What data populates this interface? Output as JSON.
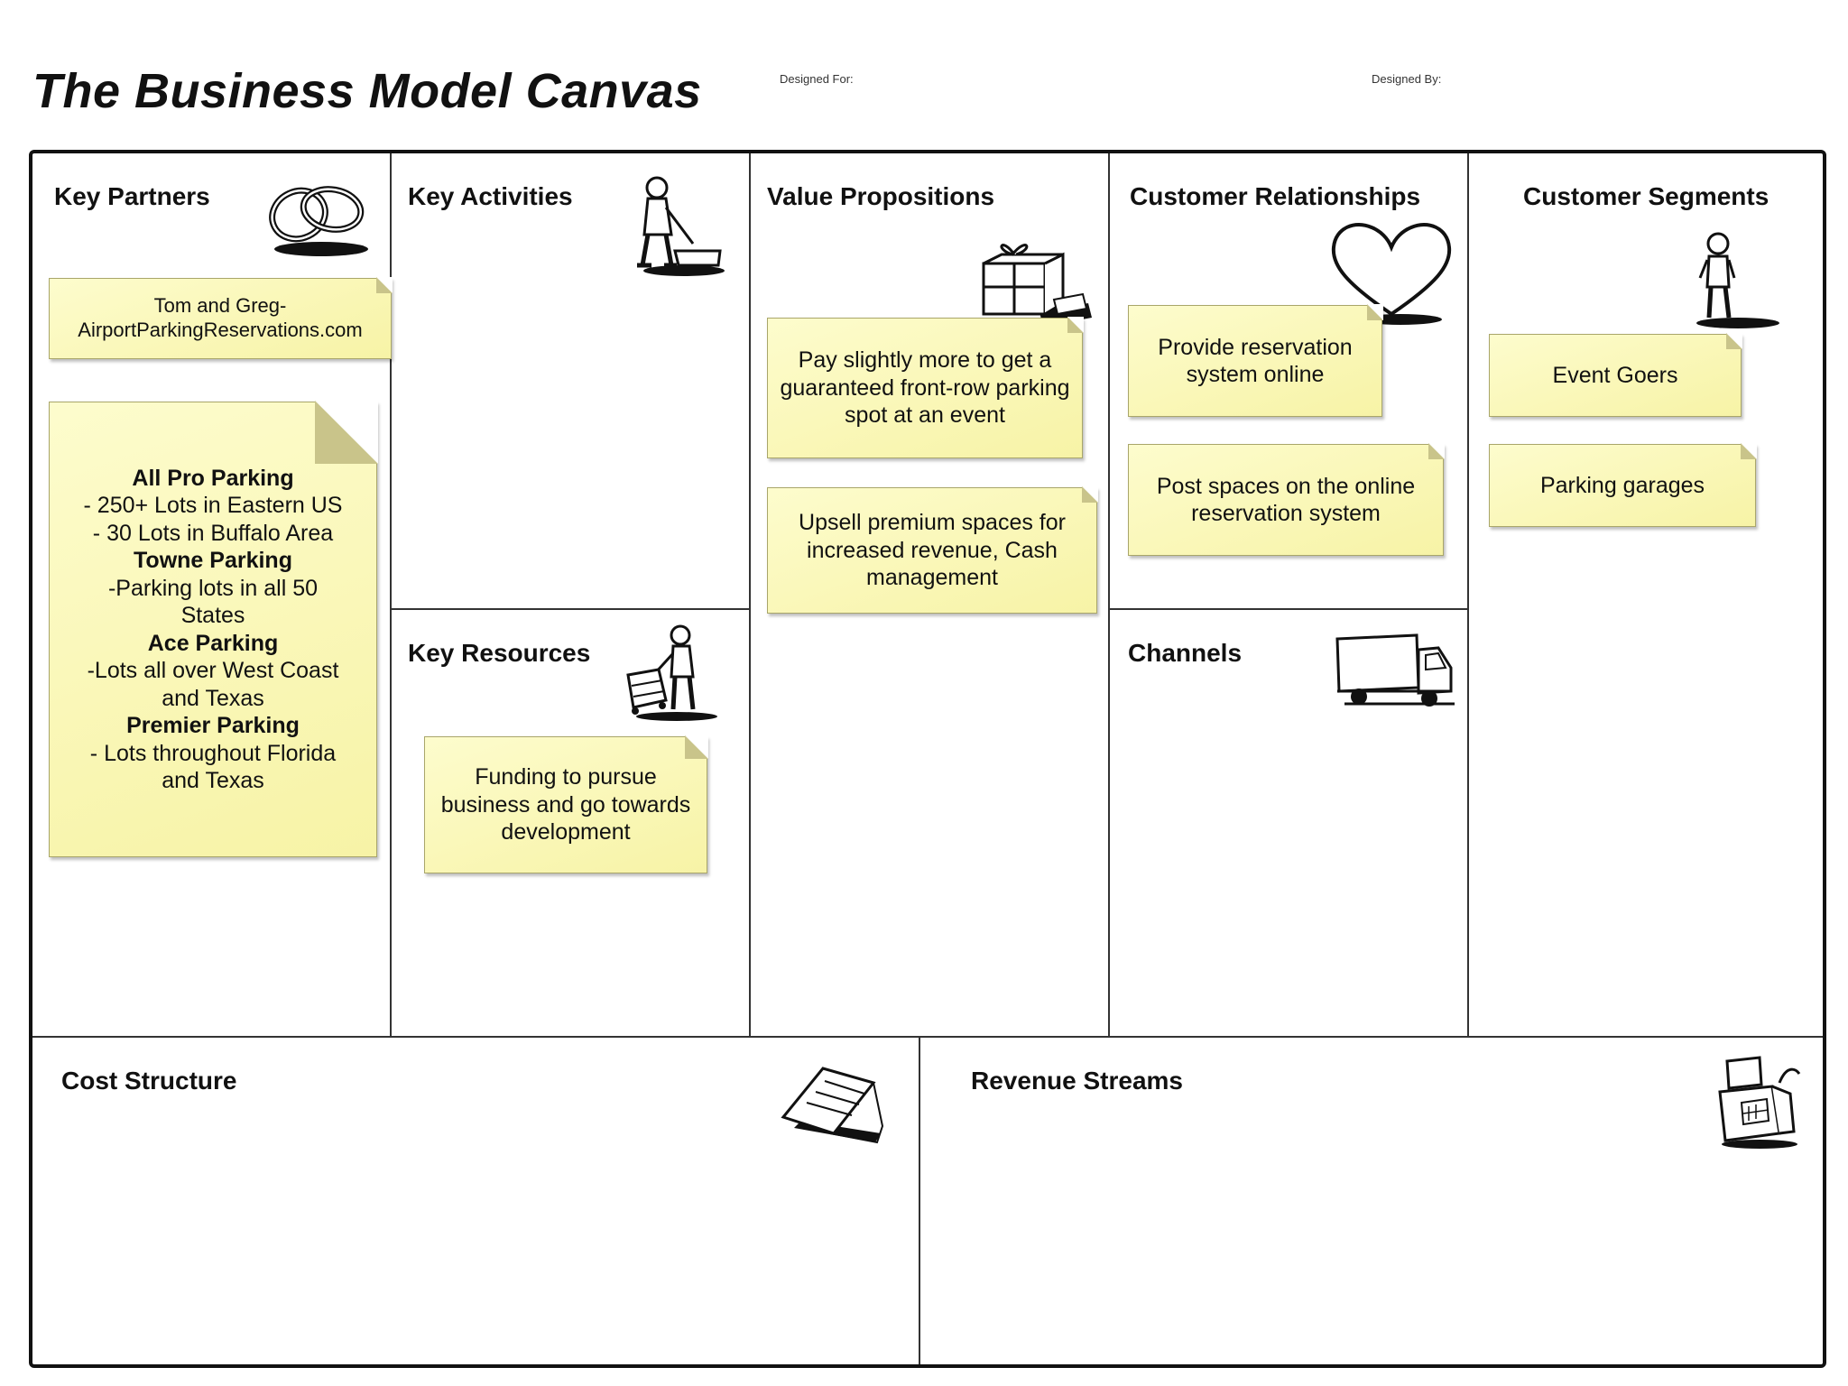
{
  "header": {
    "title": "The Business Model Canvas",
    "designed_for_label": "Designed For:",
    "designed_by_label": "Designed By:"
  },
  "blocks": {
    "key_partners": {
      "title": "Key Partners",
      "icon": "chain-link-icon",
      "notes": [
        {
          "lines": [
            "Tom and Greg-",
            "AirportParkingReservations.com"
          ]
        },
        {
          "lines": [
            {
              "text": "All Pro Parking",
              "bold": true
            },
            {
              "text": "- 250+ Lots in Eastern US",
              "bold": false
            },
            {
              "text": "- 30 Lots in Buffalo Area",
              "bold": false
            },
            {
              "text": "Towne Parking",
              "bold": true
            },
            {
              "text": "-Parking lots in all 50 States",
              "bold": false
            },
            {
              "text": "Ace Parking",
              "bold": true
            },
            {
              "text": "-Lots all over West Coast and Texas",
              "bold": false
            },
            {
              "text": "Premier Parking",
              "bold": true
            },
            {
              "text": "- Lots throughout Florida and Texas",
              "bold": false
            }
          ]
        }
      ]
    },
    "key_activities": {
      "title": "Key Activities",
      "icon": "worker-sweeping-icon"
    },
    "key_resources": {
      "title": "Key Resources",
      "icon": "worker-with-cart-icon",
      "notes": [
        {
          "text": "Funding to pursue business and go towards development"
        }
      ]
    },
    "value_propositions": {
      "title": "Value Propositions",
      "icon": "gift-box-icon",
      "notes": [
        {
          "text": "Pay slightly more to get a guaranteed front-row parking spot at an event"
        },
        {
          "text": "Upsell premium spaces for increased revenue, Cash management"
        }
      ]
    },
    "customer_relationships": {
      "title": "Customer Relationships",
      "icon": "heart-icon",
      "notes": [
        {
          "text": "Provide reservation system online"
        },
        {
          "text": "Post spaces on the online reservation system"
        }
      ]
    },
    "channels": {
      "title": "Channels",
      "icon": "delivery-truck-icon"
    },
    "customer_segments": {
      "title": "Customer Segments",
      "icon": "standing-person-icon",
      "notes": [
        {
          "text": "Event Goers"
        },
        {
          "text": "Parking garages"
        }
      ]
    },
    "cost_structure": {
      "title": "Cost Structure",
      "icon": "price-tag-icon"
    },
    "revenue_streams": {
      "title": "Revenue Streams",
      "icon": "cash-register-icon"
    }
  },
  "colors": {
    "note_fill": "#fdfccd",
    "note_border": "#a9a66a",
    "grid_line": "#333333"
  }
}
